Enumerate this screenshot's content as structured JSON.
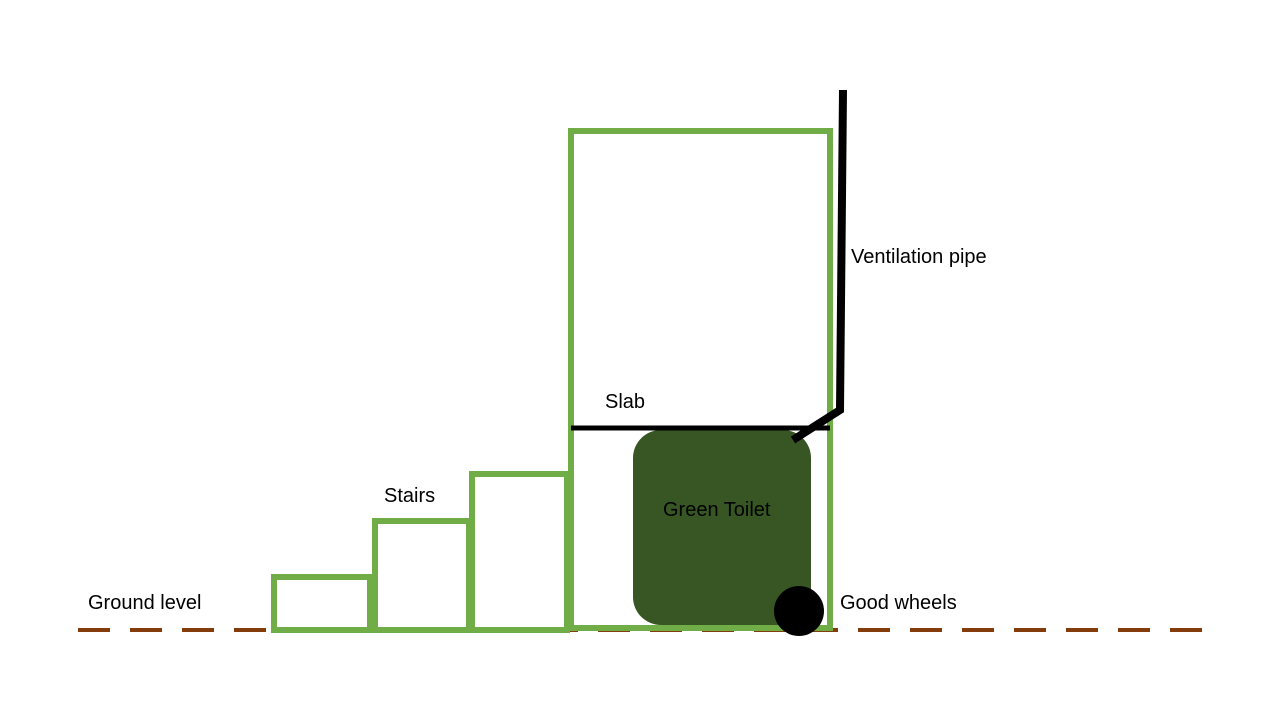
{
  "labels": {
    "ventilation_pipe": "Ventilation pipe",
    "slab": "Slab",
    "stairs": "Stairs",
    "green_toilet": "Green Toilet",
    "ground_level": "Ground level",
    "good_wheels": "Good wheels"
  },
  "colors": {
    "structure_outline": "#70ad47",
    "toilet_fill": "#375623",
    "ground_line": "#843c0c",
    "pipe": "#000000",
    "slab": "#000000",
    "wheel": "#000000",
    "text": "#000000"
  }
}
